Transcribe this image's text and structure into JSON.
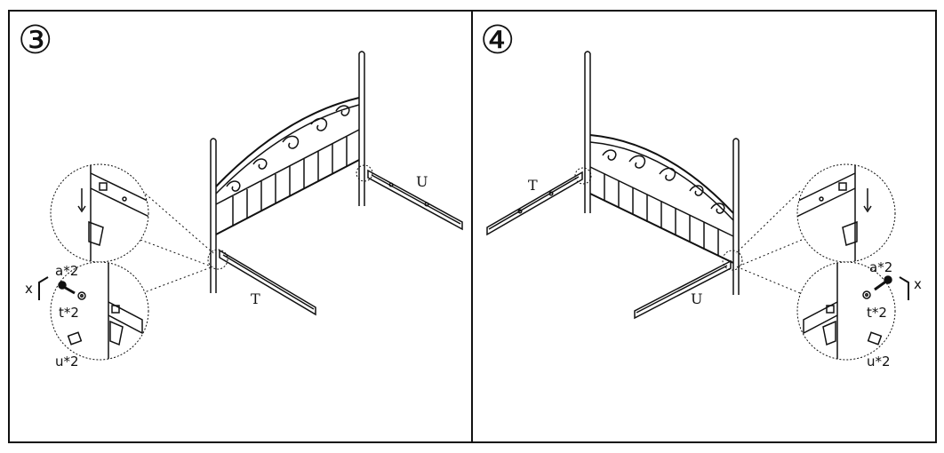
{
  "panels": [
    {
      "step": "③",
      "rail_left": "T",
      "rail_right": "U",
      "parts": [
        {
          "id": "a",
          "label": "a*2"
        },
        {
          "id": "t",
          "label": "t*2"
        },
        {
          "id": "u",
          "label": "u*2"
        },
        {
          "id": "x",
          "label": "x"
        }
      ]
    },
    {
      "step": "④",
      "rail_left": "T",
      "rail_right": "U",
      "parts": [
        {
          "id": "a",
          "label": "a*2"
        },
        {
          "id": "t",
          "label": "t*2"
        },
        {
          "id": "u",
          "label": "u*2"
        },
        {
          "id": "x",
          "label": "x"
        }
      ]
    }
  ]
}
